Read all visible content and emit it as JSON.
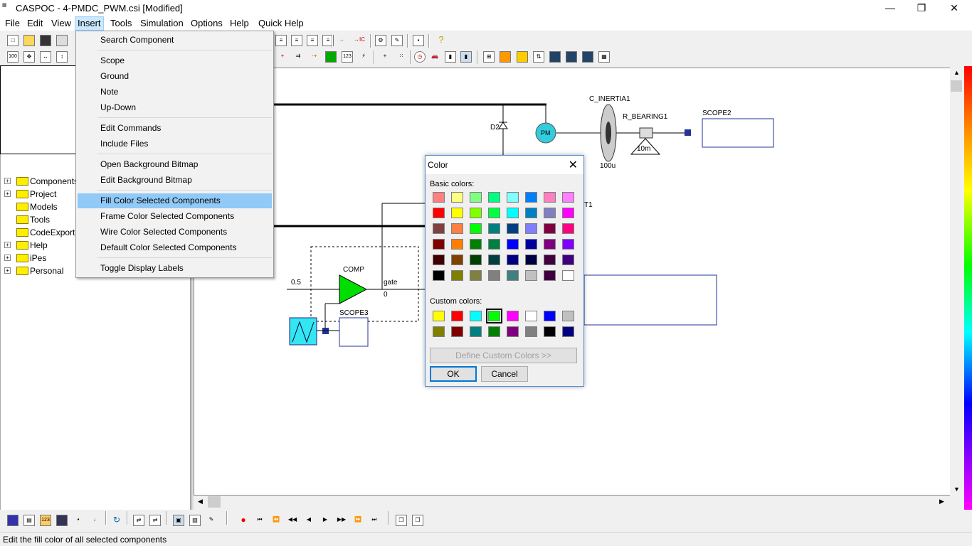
{
  "window": {
    "title": "CASPOC - 4-PMDC_PWM.csi [Modified]",
    "app_icon_text": "CASPOC",
    "minimize": "—",
    "maximize": "❐",
    "close": "✕"
  },
  "menubar": {
    "items": [
      "File",
      "Edit",
      "View",
      "Insert",
      "Tools",
      "Simulation",
      "Options",
      "Help",
      "Quick Help"
    ],
    "active": "Insert"
  },
  "insert_menu": {
    "items": [
      {
        "label": "Search Component"
      },
      {
        "label": "Scope"
      },
      {
        "label": "Ground"
      },
      {
        "label": "Note"
      },
      {
        "label": "Up-Down"
      },
      {
        "label": "Edit Commands"
      },
      {
        "label": "Include Files"
      },
      {
        "label": "Open Background Bitmap"
      },
      {
        "label": "Edit Background Bitmap"
      },
      {
        "label": "Fill Color Selected Components",
        "highlighted": true
      },
      {
        "label": "Frame Color Selected Components"
      },
      {
        "label": "Wire Color Selected Components"
      },
      {
        "label": "Default Color Selected Components"
      },
      {
        "label": "Toggle Display Labels"
      }
    ]
  },
  "tree": {
    "items": [
      {
        "label": "Components",
        "expandable": true
      },
      {
        "label": "Project",
        "expandable": true
      },
      {
        "label": "Models",
        "expandable": false
      },
      {
        "label": "Tools",
        "expandable": false
      },
      {
        "label": "CodeExport",
        "expandable": false
      },
      {
        "label": "Help",
        "expandable": true
      },
      {
        "label": "iPes",
        "expandable": true
      },
      {
        "label": "Personal",
        "expandable": true
      }
    ]
  },
  "circuit": {
    "d2_label": "D2",
    "motor_label": "PM",
    "inertia_label": "C_INERTIA1",
    "inertia_value": "100u",
    "bearing_label": "R_BEARING1",
    "bearing_value": "10m",
    "scope2_label": "SCOPE2",
    "scope3_label": "SCOPE3",
    "comp_label": "COMP",
    "gate_label": "gate",
    "gate_value": "0",
    "const_value": "0.5",
    "partial_label": "T1"
  },
  "color_dialog": {
    "title": "Color",
    "basic_label": "Basic colors:",
    "custom_label": "Custom colors:",
    "define_button": "Define Custom Colors >>",
    "ok_button": "OK",
    "cancel_button": "Cancel",
    "basic_colors": [
      "#ff8080",
      "#ffff80",
      "#80ff80",
      "#00ff80",
      "#80ffff",
      "#0080ff",
      "#ff80c0",
      "#ff80ff",
      "#ff0000",
      "#ffff00",
      "#80ff00",
      "#00ff40",
      "#00ffff",
      "#0080c0",
      "#8080c0",
      "#ff00ff",
      "#804040",
      "#ff8040",
      "#00ff00",
      "#008080",
      "#004080",
      "#8080ff",
      "#800040",
      "#ff0080",
      "#800000",
      "#ff8000",
      "#008000",
      "#008040",
      "#0000ff",
      "#0000a0",
      "#800080",
      "#8000ff",
      "#400000",
      "#804000",
      "#004000",
      "#004040",
      "#000080",
      "#000040",
      "#400040",
      "#400080",
      "#000000",
      "#808000",
      "#808040",
      "#808080",
      "#408080",
      "#c0c0c0",
      "#400040",
      "#ffffff"
    ],
    "custom_colors": [
      "#ffff00",
      "#ff0000",
      "#00ffff",
      "#00ff00",
      "#ff00ff",
      "#ffffff",
      "#0000ff",
      "#c0c0c0",
      "#808000",
      "#800000",
      "#008080",
      "#008000",
      "#800080",
      "#808080",
      "#000000",
      "#000080"
    ],
    "selected_custom_index": 3
  },
  "status": {
    "text": "Edit the fill color of all selected components"
  }
}
